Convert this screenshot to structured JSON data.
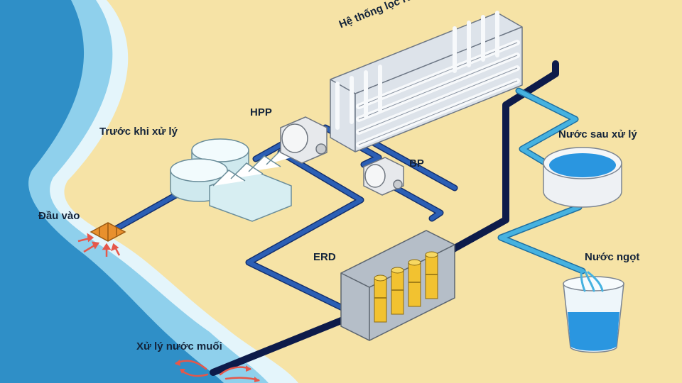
{
  "labels": {
    "ro_system": "Hệ thống lọc RO",
    "hpp": "HPP",
    "pretreatment": "Trước khi xử lý",
    "treated_water": "Nước sau xử lý",
    "bp": "BP",
    "intake": "Đầu vào",
    "fresh_water": "Nước ngọt",
    "erd": "ERD",
    "brine": "Xử lý nước muối"
  },
  "colors": {
    "sea_deep": "#2f8fc7",
    "sea_light": "#8fd0ec",
    "surf": "#e4f5fb",
    "sand": "#f6e3a6",
    "pipe_feed": "#2b5fb5",
    "pipe_brine": "#0d1b4a",
    "pipe_product": "#46b2e0",
    "arrow": "#e5574a",
    "erd_tube": "#f2c230"
  },
  "icons": [
    "intake-grate-icon",
    "storage-tank-icon",
    "building-icon",
    "pump-icon",
    "membrane-rack-icon",
    "cup-icon"
  ]
}
